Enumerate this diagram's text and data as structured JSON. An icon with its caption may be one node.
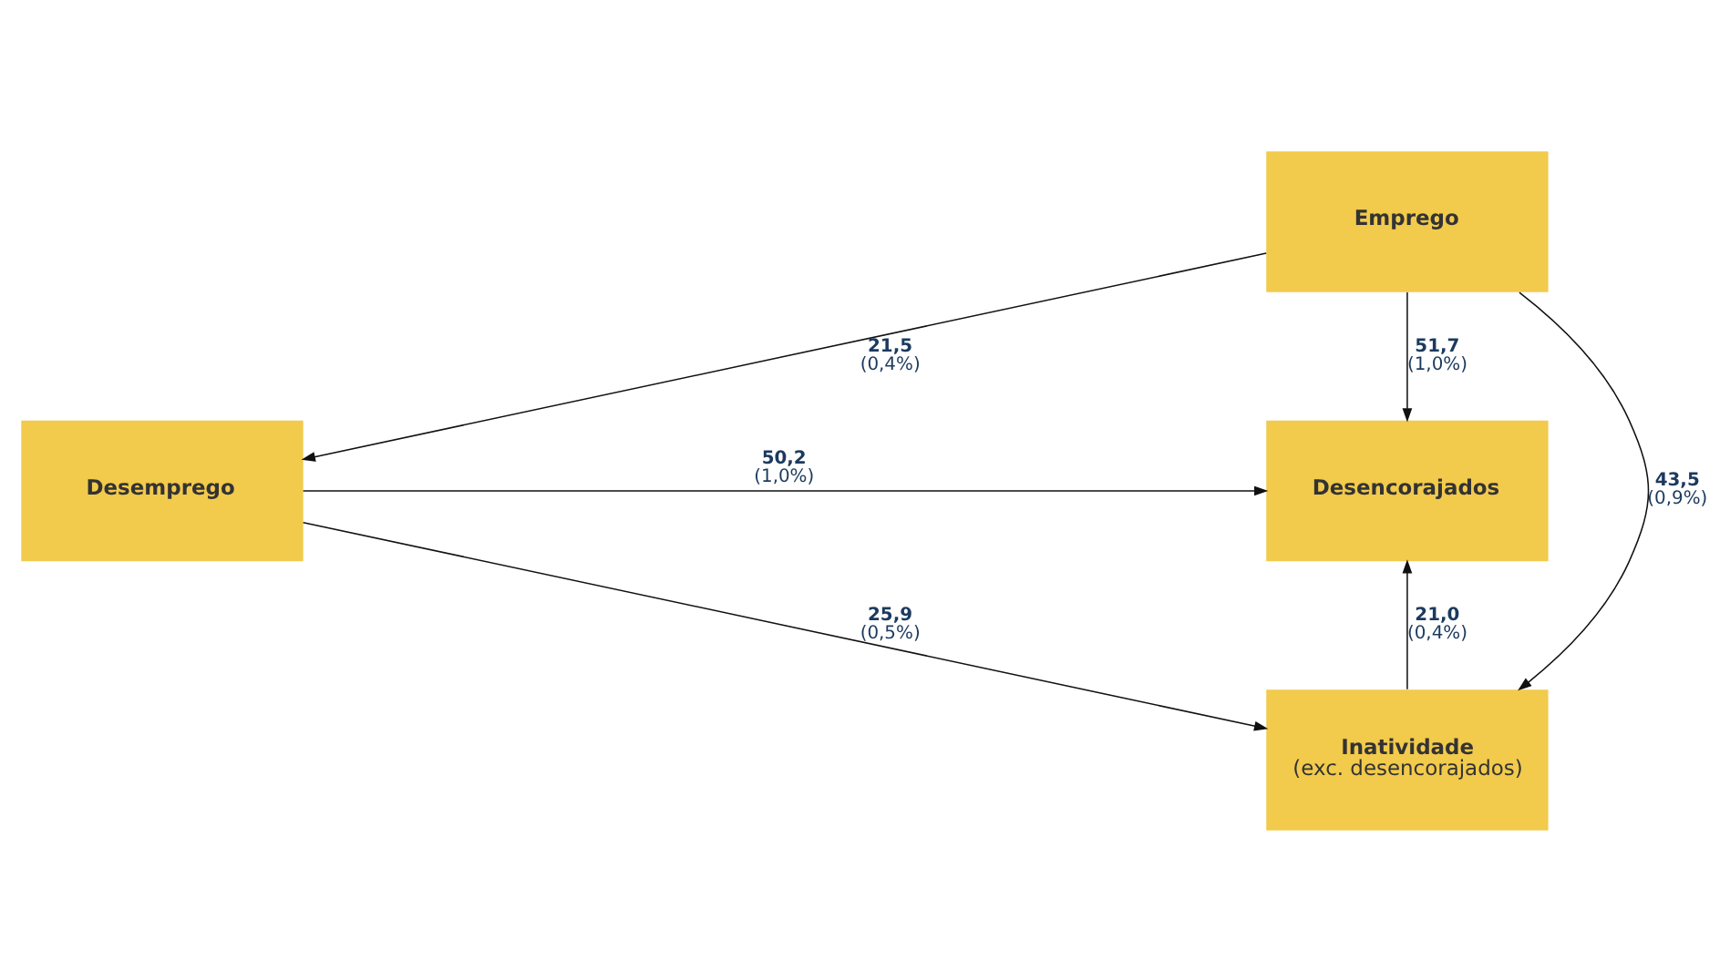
{
  "diagram": {
    "nodes": [
      {
        "text": [
          "Emprego"
        ]
      },
      {
        "text": [
          "Desemprego"
        ]
      },
      {
        "text": [
          "Desencorajados"
        ]
      },
      {
        "text": [
          "Inatividade",
          "(exc. desencorajados)"
        ]
      }
    ],
    "edges": [
      {
        "from": 0,
        "to": 1,
        "arrow": "to",
        "label": "21,5 (0,4%)"
      },
      {
        "from": 0,
        "to": 2,
        "arrow": "to",
        "label": "51,7 (1,0%)"
      },
      {
        "from": 1,
        "to": 2,
        "arrow": "to",
        "label": "50,2 (1,0%)"
      },
      {
        "from": 0,
        "to": 3,
        "arrow": "to",
        "label": "43,5 (0,9%)"
      },
      {
        "from": 1,
        "to": 3,
        "arrow": "to",
        "label": "25,9 (0,5%)"
      },
      {
        "from": 3,
        "to": 2,
        "arrow": "to",
        "label": "21,0 (0,4%)"
      }
    ]
  }
}
